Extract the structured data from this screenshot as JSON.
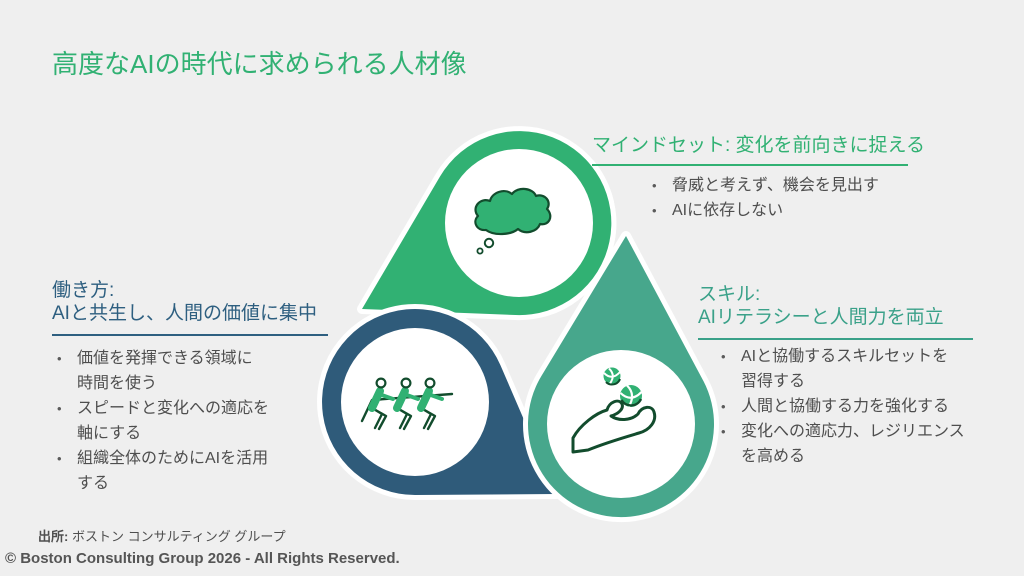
{
  "slide": {
    "title": "高度なAIの時代に求められる人材像",
    "source_label": "出所:",
    "source_text": " ボストン コンサルティング グループ",
    "footer": "© Boston Consulting Group 2026 - All Rights Reserved."
  },
  "ui": {
    "bullet": "•"
  },
  "colors": {
    "background": "#efefef",
    "green": "#31b173",
    "navy": "#2f5b7a",
    "teal": "#47a78c",
    "icon_dark_green": "#124c2d",
    "body_text": "#4e4e4e"
  },
  "diagram": {
    "nodes": [
      {
        "id": "mindset",
        "icon": "thought-cloud-icon",
        "color": "#31b173"
      },
      {
        "id": "working",
        "icon": "tug-of-war-icon",
        "color": "#2f5b7a"
      },
      {
        "id": "skills",
        "icon": "hand-holding-balls-icon",
        "color": "#47a78c"
      }
    ]
  },
  "sections": {
    "mindset": {
      "heading": "マインドセット: 変化を前向きに捉える",
      "bullets": [
        {
          "text": "脅威と考えず、機会を見出す"
        },
        {
          "text": "AIに依存しない"
        }
      ]
    },
    "working": {
      "heading_line1": "働き方:",
      "heading_line2": "AIと共生し、人間の価値に集中",
      "bullets": [
        {
          "text": "価値を発揮できる領域に\n時間を使う"
        },
        {
          "text": "スピードと変化への適応を\n軸にする"
        },
        {
          "text": "組織全体のためにAIを活用\nする"
        }
      ]
    },
    "skills": {
      "heading_line1": "スキル:",
      "heading_line2": "AIリテラシーと人間力を両立",
      "bullets": [
        {
          "text": "AIと協働するスキルセットを\n習得する"
        },
        {
          "text": "人間と協働する力を強化する"
        },
        {
          "text": "変化への適応力、レジリエンス\nを高める"
        }
      ]
    }
  }
}
